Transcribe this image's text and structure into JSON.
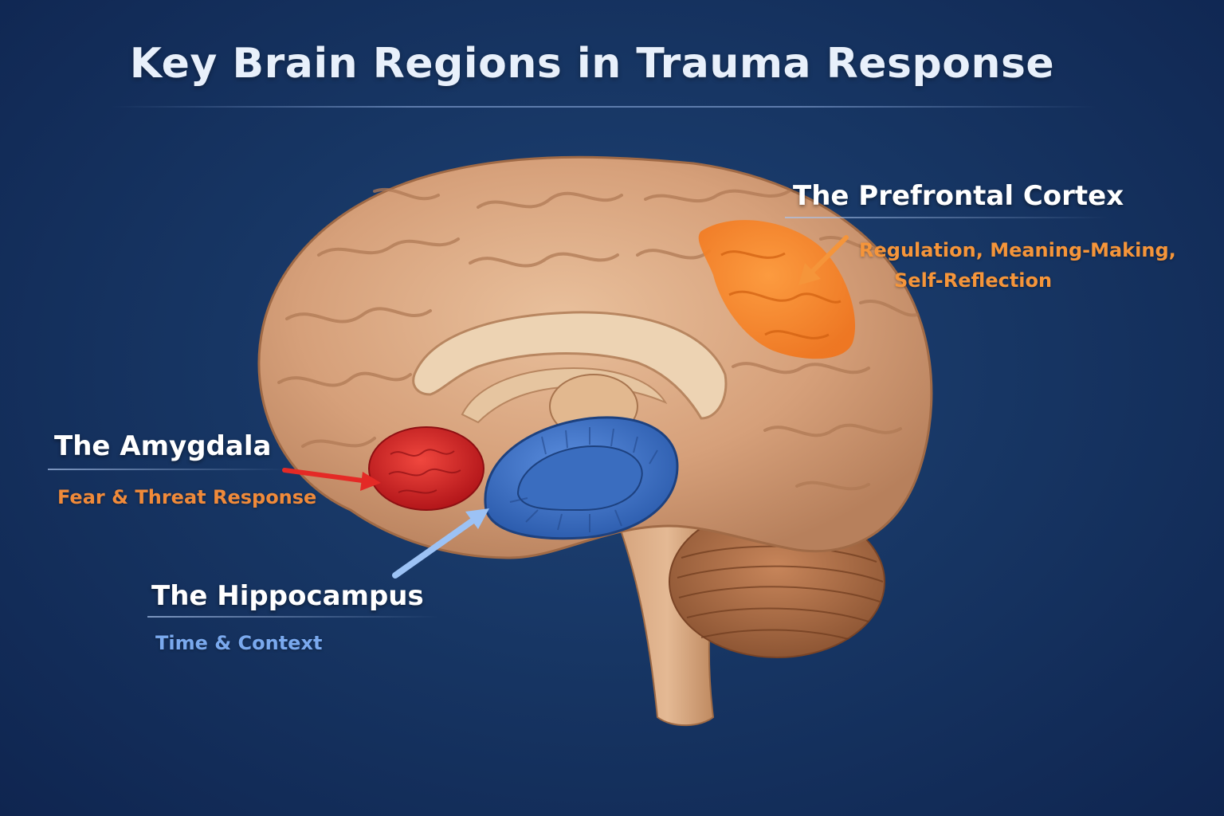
{
  "title": "Key Brain Regions in Trauma Response",
  "regions": [
    {
      "label": "The Prefrontal Cortex",
      "description_line1": "Regulation, Meaning-Making,",
      "description_line2": "Self-Reflection",
      "color": "#f58a2c"
    },
    {
      "label": "The Amygdala",
      "description": "Fear & Threat Response",
      "color": "#e02a2a",
      "description_color": "#f08a3a"
    },
    {
      "label": "The Hippocampus",
      "description": "Time & Context",
      "color": "#3e74c8",
      "description_color": "#7aa9ee"
    }
  ],
  "colors": {
    "background": "#173664",
    "brain": "#d9a883",
    "title": "#e8f0fb"
  }
}
